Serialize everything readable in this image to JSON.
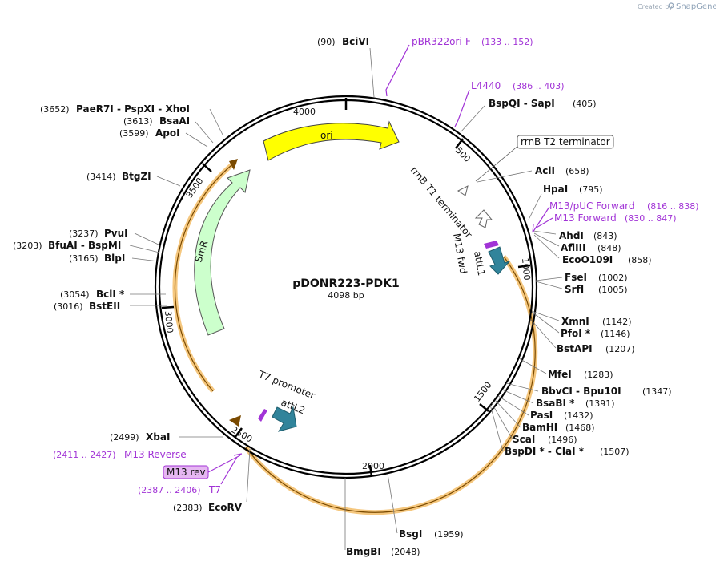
{
  "credit": {
    "text": "Created by",
    "brand": "SnapGene"
  },
  "plasmid": {
    "name": "pDONR223-PDK1",
    "length": "4098 bp"
  },
  "ticks": [
    "500",
    "1000",
    "1500",
    "2000",
    "2500",
    "3000",
    "3500",
    "4000"
  ],
  "features": {
    "ori": "ori",
    "smr": "SmR",
    "rrnb_t1": "rrnB T1 terminator",
    "rrnb_t2": "rrnB T2 terminator",
    "m13_fwd": "M13 fwd",
    "attl1": "attL1",
    "t7_promoter": "T7 promoter",
    "attl2": "attL2",
    "m13_rev": "M13 rev"
  },
  "sites": [
    {
      "id": "bcivi",
      "pos": "(90)",
      "name": "BciVI"
    },
    {
      "id": "bspqi",
      "pos": "(405)",
      "name": "BspQI  -  SapI"
    },
    {
      "id": "acli",
      "pos": "(658)",
      "name": "AclI"
    },
    {
      "id": "hpai",
      "pos": "(795)",
      "name": "HpaI"
    },
    {
      "id": "ahdi",
      "pos": "(843)",
      "name": "AhdI"
    },
    {
      "id": "aflIII",
      "pos": "(848)",
      "name": "AflIII"
    },
    {
      "id": "ecoo109i",
      "pos": "(858)",
      "name": "EcoO109I"
    },
    {
      "id": "fsei",
      "pos": "(1002)",
      "name": "FseI"
    },
    {
      "id": "srfi",
      "pos": "(1005)",
      "name": "SrfI"
    },
    {
      "id": "xmni",
      "pos": "(1142)",
      "name": "XmnI"
    },
    {
      "id": "pfoi",
      "pos": "(1146)",
      "name": "PfoI *"
    },
    {
      "id": "bstapi",
      "pos": "(1207)",
      "name": "BstAPI"
    },
    {
      "id": "mfei",
      "pos": "(1283)",
      "name": "MfeI"
    },
    {
      "id": "bbvci",
      "pos": "(1347)",
      "name": "BbvCI  -  Bpu10I"
    },
    {
      "id": "bsabi",
      "pos": "(1391)",
      "name": "BsaBI *"
    },
    {
      "id": "pasi",
      "pos": "(1432)",
      "name": "PasI"
    },
    {
      "id": "bamhi",
      "pos": "(1468)",
      "name": "BamHI"
    },
    {
      "id": "scai",
      "pos": "(1496)",
      "name": "ScaI"
    },
    {
      "id": "bspdi",
      "pos": "(1507)",
      "name": "BspDI *  -  ClaI *"
    },
    {
      "id": "bsgi",
      "pos": "(1959)",
      "name": "BsgI"
    },
    {
      "id": "bmgbi",
      "pos": "(2048)",
      "name": "BmgBI"
    },
    {
      "id": "ecorv",
      "pos": "(2383)",
      "name": "EcoRV"
    },
    {
      "id": "xbai",
      "pos": "(2499)",
      "name": "XbaI"
    },
    {
      "id": "bsteii",
      "pos": "(3016)",
      "name": "BstEII"
    },
    {
      "id": "bcli",
      "pos": "(3054)",
      "name": "BclI *"
    },
    {
      "id": "blpi",
      "pos": "(3165)",
      "name": "BlpI"
    },
    {
      "id": "bfuai",
      "pos": "(3203)",
      "name": "BfuAI  -  BspMI"
    },
    {
      "id": "pvui",
      "pos": "(3237)",
      "name": "PvuI"
    },
    {
      "id": "btgzi",
      "pos": "(3414)",
      "name": "BtgZI"
    },
    {
      "id": "apoi",
      "pos": "(3599)",
      "name": "ApoI"
    },
    {
      "id": "bsaai",
      "pos": "(3613)",
      "name": "BsaAI"
    },
    {
      "id": "paer7i",
      "pos": "(3652)",
      "name": "PaeR7I  -  PspXI  -  XhoI"
    }
  ],
  "primers": [
    {
      "id": "pbr322",
      "name": "pBR322ori-F",
      "range": "(133 .. 152)"
    },
    {
      "id": "l4440",
      "name": "L4440",
      "range": "(386 .. 403)"
    },
    {
      "id": "m13puc",
      "name": "M13/pUC Forward",
      "range": "(816 .. 838)"
    },
    {
      "id": "m13fwd",
      "name": "M13 Forward",
      "range": "(830 .. 847)"
    },
    {
      "id": "m13rev",
      "name": "M13 Reverse",
      "range": "(2411 .. 2427)"
    },
    {
      "id": "t7",
      "name": "T7",
      "range": "(2387 .. 2406)"
    }
  ],
  "colors": {
    "ori": "#ffff00",
    "smr": "#ccffcc",
    "att": "#31849b",
    "primer": "#a133d6",
    "backbone": "#000000",
    "orf_glow": "#f5c77e"
  }
}
